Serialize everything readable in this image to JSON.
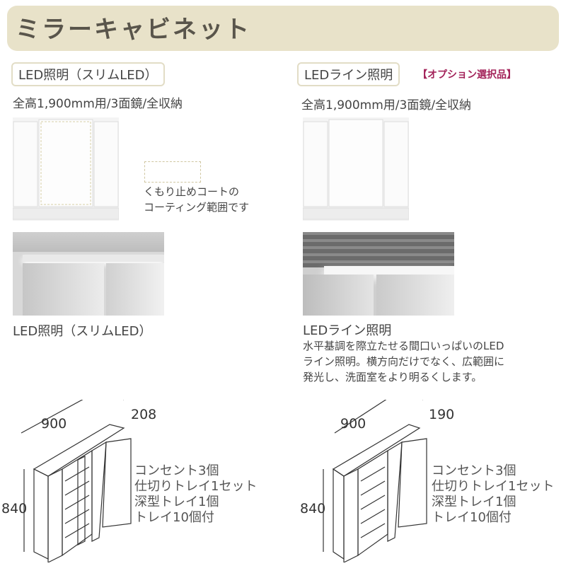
{
  "header": {
    "title": "ミラーキャビネット"
  },
  "left": {
    "label": "LED照明（スリムLED）",
    "subtitle": "全高1,900mm用/3面鏡/全収納",
    "coating_note": [
      "くもり止めコートの",
      "コーティング範囲です"
    ],
    "photo_caption": "LED照明（スリムLED）",
    "dims": {
      "width": "900",
      "depth": "208",
      "height": "840"
    },
    "specs": [
      "コンセント3個",
      "仕切りトレイ1セット",
      "深型トレイ1個",
      "トレイ10個付"
    ]
  },
  "right": {
    "label": "LEDライン照明",
    "option": "【オプション選択品】",
    "subtitle": "全高1,900mm用/3面鏡/全収納",
    "photo_caption": "LEDライン照明",
    "description": [
      "水平基調を際立たせる間口いっぱいのLED",
      "ライン照明。横方向だけでなく、広範囲に",
      "発光し、洗面室をより明るくします。"
    ],
    "dims": {
      "width": "900",
      "depth": "190",
      "height": "840"
    },
    "specs": [
      "コンセント3個",
      "仕切りトレイ1セット",
      "深型トレイ1個",
      "トレイ10個付"
    ]
  },
  "colors": {
    "header_bg": "#e8e2c9",
    "option": "#a3235a"
  }
}
